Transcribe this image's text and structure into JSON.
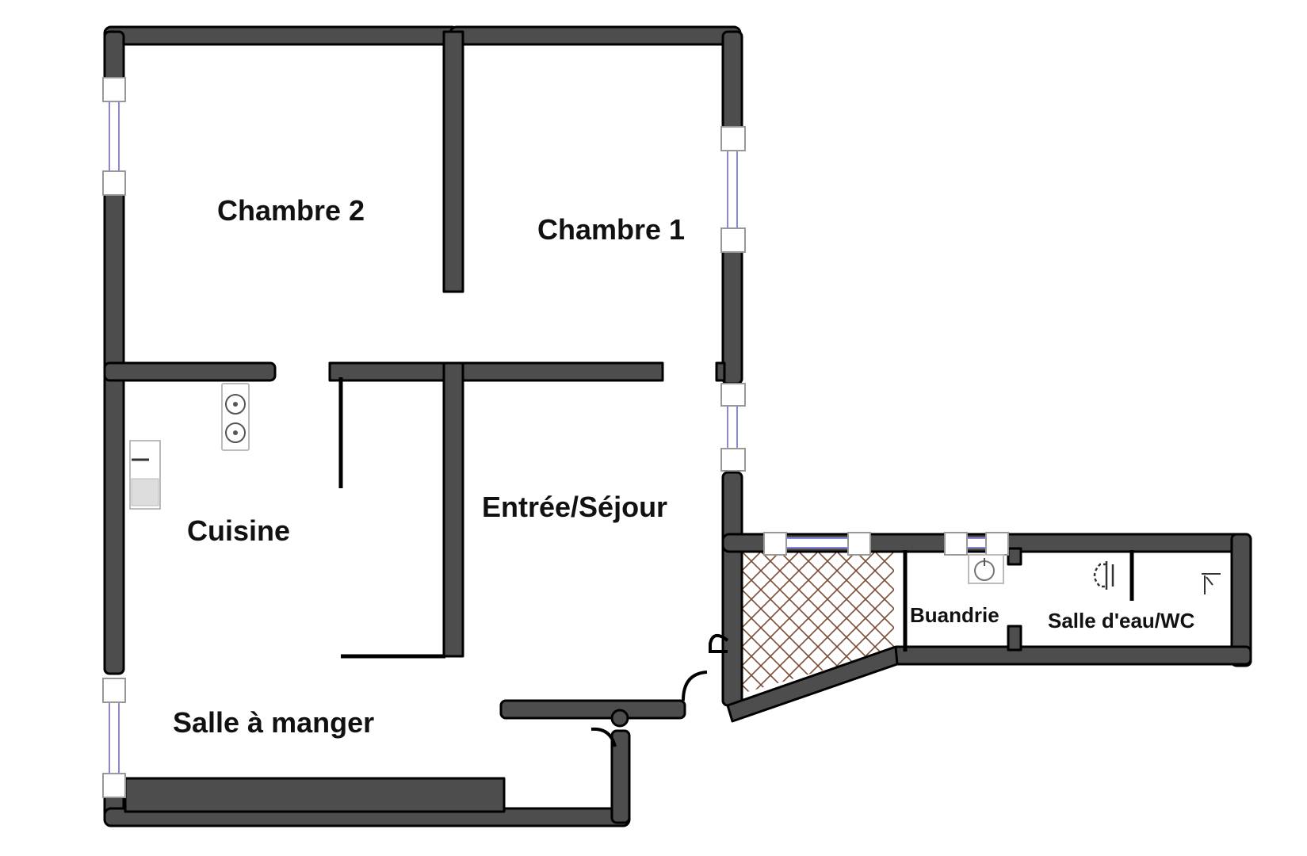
{
  "plan": {
    "rooms": {
      "chambre_2": "Chambre 2",
      "chambre_1": "Chambre 1",
      "cuisine": "Cuisine",
      "entree_sejour": "Entrée/Séjour",
      "salle_a_manger": "Salle à manger",
      "buandrie": "Buandrie",
      "salle_eau_wc": "Salle d'eau/WC"
    },
    "colors": {
      "wall_fill": "#4d4d4d",
      "wall_outline": "#000000",
      "window_frame": "#8888dd",
      "hatch": "#7a4b36",
      "background": "#ffffff"
    },
    "icons": [
      "cooktop-icon",
      "fridge-icon",
      "washbasin-icon",
      "toilet-icon",
      "shower-icon",
      "door-swing-icon"
    ]
  }
}
